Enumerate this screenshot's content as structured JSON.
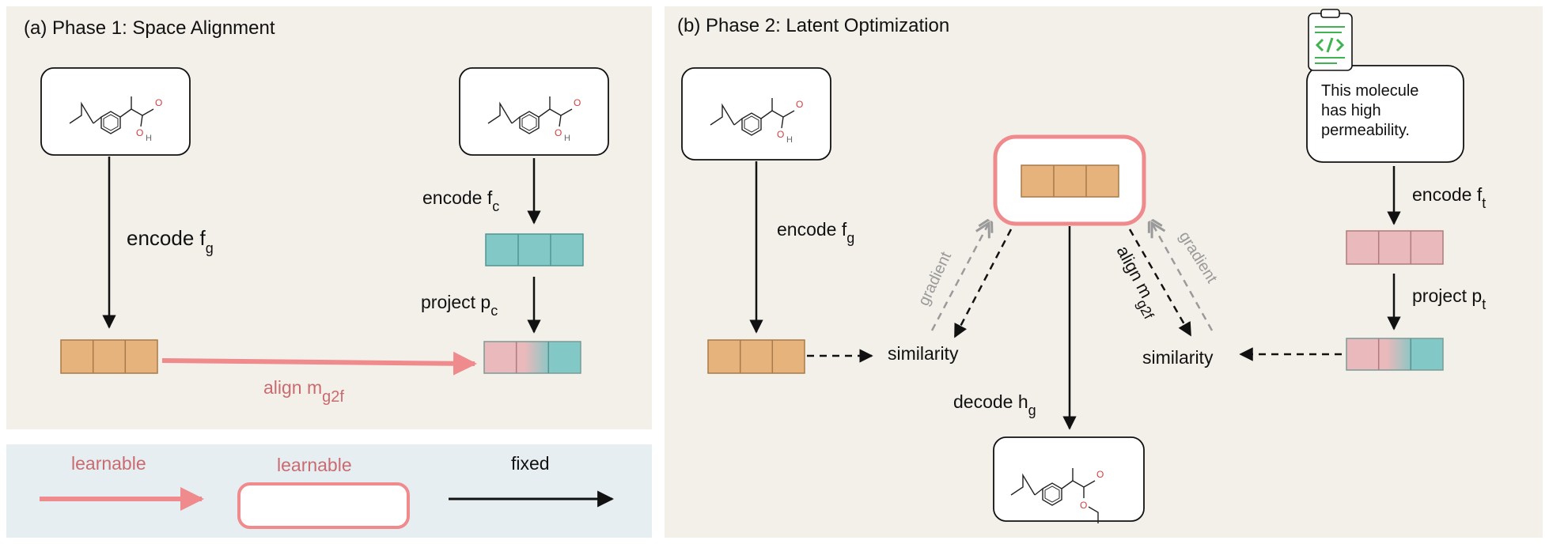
{
  "panel_a": {
    "title": "(a) Phase 1: Space Alignment",
    "encode_g": {
      "main": "encode f",
      "sub": "g"
    },
    "encode_c": {
      "main": "encode f",
      "sub": "c"
    },
    "project_c": {
      "main": "project  p",
      "sub": "c"
    },
    "align": {
      "main": "align m",
      "sub": "g2f"
    }
  },
  "legend": {
    "learnable_arrow": "learnable",
    "learnable_box": "learnable",
    "fixed": "fixed"
  },
  "panel_b": {
    "title": "(b) Phase 2: Latent Optimization",
    "encode_g": {
      "main": "encode f",
      "sub": "g"
    },
    "encode_t": {
      "main": "encode f",
      "sub": "t"
    },
    "project_t": {
      "main": "project p",
      "sub": "t"
    },
    "align": {
      "main": "align m",
      "sub": "g2f"
    },
    "gradient_left": "gradient",
    "gradient_right": "gradient",
    "similarity_left": "similarity",
    "similarity_right": "similarity",
    "decode": {
      "main": "decode h",
      "sub": "g"
    },
    "text_prompt": [
      "This molecule",
      "has high",
      "permeability."
    ]
  },
  "colors": {
    "panel_bg": "#f2f0e9",
    "legend_bg": "#e6eef1",
    "orange": "#e6b37d",
    "orange_edge": "#a77a48",
    "teal": "#82c8c6",
    "teal_edge": "#4f9593",
    "pink": "#eab9bb",
    "pink_edge": "#b07b7d",
    "learnable": "#ef8a8d",
    "learnable_text": "#c96b70",
    "gray": "#9a9a9a",
    "clip_green": "#3fb34f"
  }
}
